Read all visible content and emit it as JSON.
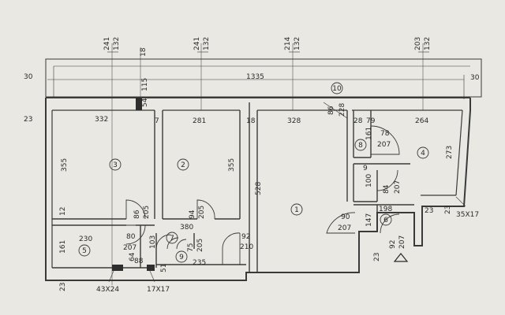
{
  "overall": {
    "length": "1335",
    "left_edge": "30",
    "right_edge": "30",
    "wall_left": "23",
    "wall_bottom_left": "23"
  },
  "window_labels": [
    {
      "top": "241",
      "bottom": "132"
    },
    {
      "top": "18",
      "bottom": ""
    },
    {
      "top": "241",
      "bottom": "132"
    },
    {
      "top": "214",
      "bottom": "132"
    },
    {
      "top": "203",
      "bottom": "132"
    }
  ],
  "pier_labels": {
    "p115": "115",
    "p54": "54",
    "p86": "86",
    "p228": "228"
  },
  "room_widths": {
    "r3": "332",
    "r2": "281",
    "r1": "328",
    "r4": "264",
    "w7": "7",
    "w18": "18",
    "w28": "28",
    "w79": "79"
  },
  "room_heights": {
    "r3": "355",
    "r2": "355",
    "r1": "528",
    "r4": "273",
    "r3_small": "12"
  },
  "rooms": {
    "r1": "1",
    "r2": "2",
    "r3": "3",
    "r4": "4",
    "r5": "5",
    "r6": "6",
    "r7": "7",
    "r8": "8",
    "r9": "9",
    "r10": "10"
  },
  "doors": [
    {
      "top": "86",
      "bottom": "205"
    },
    {
      "top": "94",
      "bottom": "205"
    },
    {
      "top": "80",
      "bottom": "207"
    },
    {
      "top": "103",
      "bottom": ""
    },
    {
      "top": "75",
      "bottom": "205"
    },
    {
      "top": "92",
      "bottom": "210"
    },
    {
      "top": "78",
      "bottom": "207"
    },
    {
      "top": "84",
      "bottom": "207"
    },
    {
      "top": "90",
      "bottom": "207"
    },
    {
      "top": "92",
      "bottom": "207"
    }
  ],
  "misc": {
    "d380": "380",
    "d230": "230",
    "d161a": "161",
    "d161b": "161",
    "d235": "235",
    "d88": "88",
    "d64": "64",
    "d51": "51",
    "d9": "9",
    "d100": "100",
    "d198": "198",
    "d147": "147",
    "d23a": "23",
    "d23b": "23",
    "d23c": "23"
  },
  "columns": {
    "c1": "43X24",
    "c2": "17X17",
    "c3": "35X17"
  }
}
